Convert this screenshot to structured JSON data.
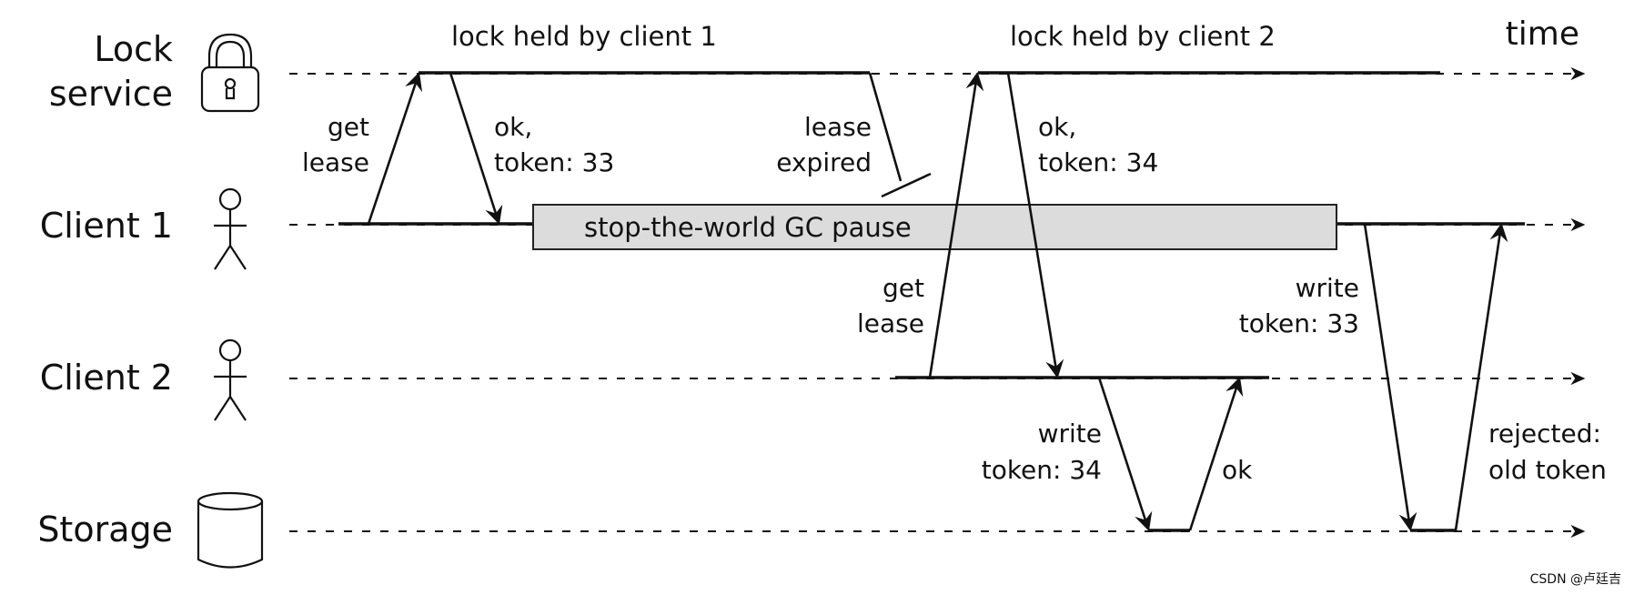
{
  "lanes": {
    "lock_service": [
      "Lock",
      "service"
    ],
    "client1": "Client 1",
    "client2": "Client 2",
    "storage": "Storage"
  },
  "time_label": "time",
  "headers": {
    "lock_client1": "lock held by client 1",
    "lock_client2": "lock held by client 2"
  },
  "gc_pause": "stop-the-world GC pause",
  "messages": {
    "c1_get_lease": [
      "get",
      "lease"
    ],
    "c1_ok": [
      "ok,",
      "token: 33"
    ],
    "lease_expired": [
      "lease",
      "expired"
    ],
    "c2_get_lease": [
      "get",
      "lease"
    ],
    "c2_ok": [
      "ok,",
      "token: 34"
    ],
    "c2_write": [
      "write",
      "token: 34"
    ],
    "storage_ok": "ok",
    "c1_write": [
      "write",
      "token: 33"
    ],
    "rejected": [
      "rejected:",
      "old token"
    ]
  },
  "watermark": "CSDN @卢廷吉",
  "icons": [
    "padlock-icon",
    "person-icon",
    "person-icon",
    "cylinder-database-icon"
  ]
}
